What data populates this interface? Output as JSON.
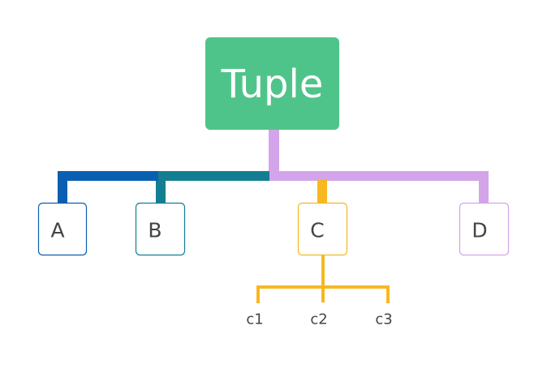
{
  "root": {
    "label": "Tuple",
    "color": "#4fc48a"
  },
  "children": [
    {
      "label": "A",
      "color": "#0a5fb0"
    },
    {
      "label": "B",
      "color": "#137e92"
    },
    {
      "label": "C",
      "color": "#f7b820"
    },
    {
      "label": "D",
      "color": "#d3a4ea"
    }
  ],
  "grandchildren": [
    {
      "label": "c1"
    },
    {
      "label": "c2"
    },
    {
      "label": "c3"
    }
  ]
}
